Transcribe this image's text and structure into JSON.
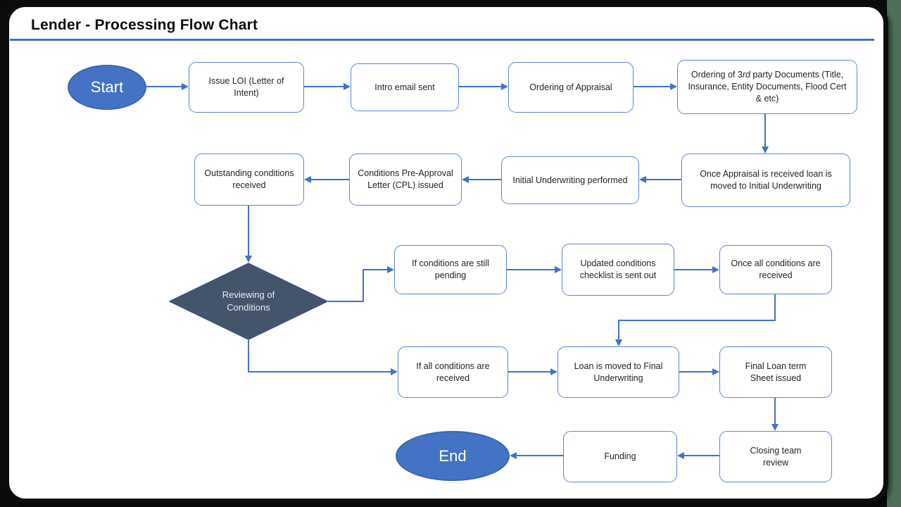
{
  "title": "Lender - Processing Flow Chart",
  "colors": {
    "accent_rule": "#4472C4",
    "connector": "#4472C4",
    "terminal_fill": "#4472C4",
    "process_border": "#5b87d2",
    "decision_fill": "#44546A",
    "frame_border": "#0c0c0c",
    "outside_right": "#4e6f58"
  },
  "nodes": {
    "start": {
      "label": "Start",
      "type": "terminal"
    },
    "issue_loi": {
      "label": "Issue LOI (Letter of Intent)",
      "type": "process"
    },
    "intro_email": {
      "label": "Intro email sent",
      "type": "process"
    },
    "ordering_appraisal": {
      "label": "Ordering of Appraisal",
      "type": "process"
    },
    "third_party_docs": {
      "label_pre": "Ordering of 3",
      "label_italic": "rd",
      "label_post": " party Documents (Title, Insurance, Entity Documents, Flood Cert & etc)",
      "type": "process"
    },
    "once_appraisal": {
      "label": "Once Appraisal is received loan is moved to Initial Underwriting",
      "type": "process"
    },
    "initial_underwriting": {
      "label": "Initial Underwriting performed",
      "type": "process"
    },
    "cpl_issued": {
      "label": "Conditions Pre-Approval Letter (CPL) issued",
      "type": "process"
    },
    "outstanding_conditions": {
      "label": "Outstanding conditions received",
      "type": "process"
    },
    "reviewing_conditions": {
      "label": "Reviewing of Conditions",
      "type": "decision"
    },
    "if_pending": {
      "label": "If conditions are still pending",
      "type": "process"
    },
    "updated_checklist": {
      "label": "Updated conditions checklist is sent out",
      "type": "process"
    },
    "once_all_received": {
      "label": "Once all conditions are received",
      "type": "process"
    },
    "if_all_received": {
      "label": "If all conditions are received",
      "type": "process"
    },
    "loan_final_uw": {
      "label": "Loan is moved to Final Underwriting",
      "type": "process"
    },
    "final_term_sheet": {
      "label": "Final Loan term Sheet issued",
      "type": "process"
    },
    "closing_review": {
      "label": "Closing team review",
      "type": "process"
    },
    "funding": {
      "label": "Funding",
      "type": "process"
    },
    "end": {
      "label": "End",
      "type": "terminal"
    }
  }
}
